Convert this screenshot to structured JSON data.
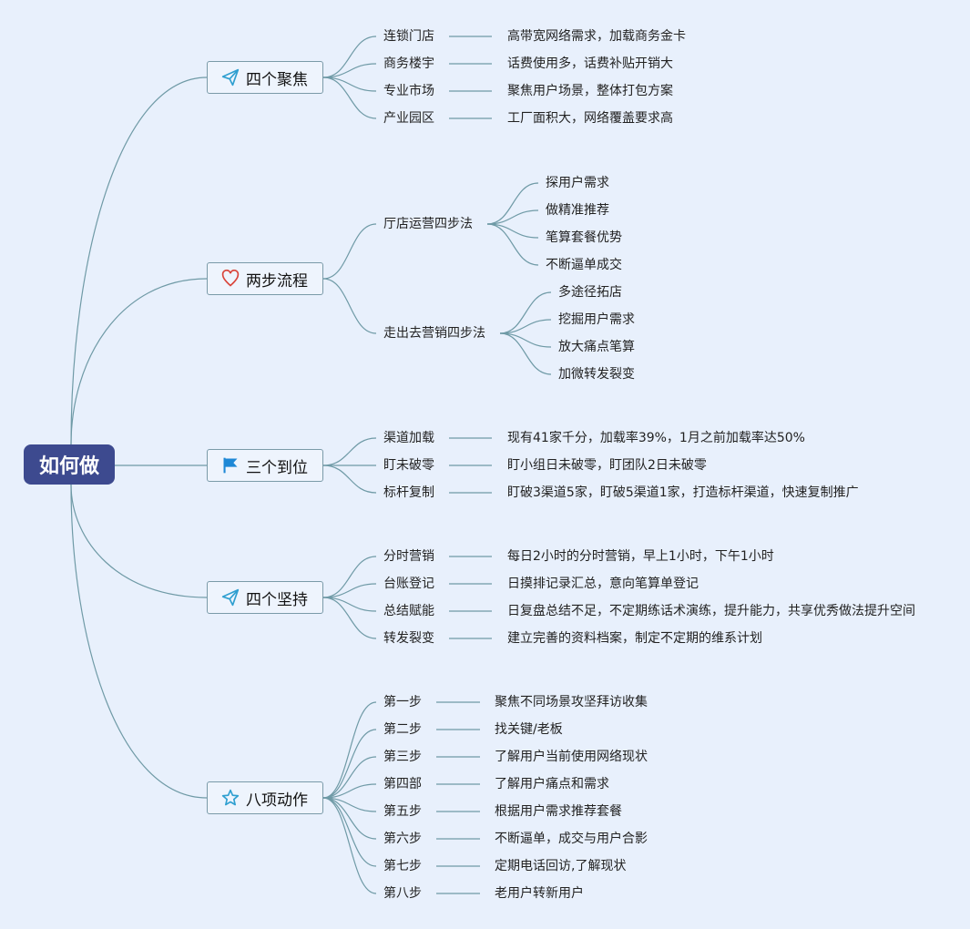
{
  "root": {
    "label": "如何做"
  },
  "topics": [
    {
      "label": "四个聚焦",
      "icon": "paper-plane-icon",
      "color": "#2f9fd0",
      "items": [
        {
          "label": "连锁门店",
          "desc": "高带宽网络需求，加载商务金卡"
        },
        {
          "label": "商务楼宇",
          "desc": "话费使用多，话费补贴开销大"
        },
        {
          "label": "专业市场",
          "desc": "聚焦用户场景，整体打包方案"
        },
        {
          "label": "产业园区",
          "desc": "工厂面积大，网络覆盖要求高"
        }
      ]
    },
    {
      "label": "两步流程",
      "icon": "heart-icon",
      "color": "#d9443a",
      "groups": [
        {
          "label": "厅店运营四步法",
          "children": [
            "探用户需求",
            "做精准推荐",
            "笔算套餐优势",
            "不断逼单成交"
          ]
        },
        {
          "label": "走出去营销四步法",
          "children": [
            "多途径拓店",
            "挖掘用户需求",
            "放大痛点笔算",
            "加微转发裂变"
          ]
        }
      ]
    },
    {
      "label": "三个到位",
      "icon": "flag-icon",
      "color": "#1e88d6",
      "items": [
        {
          "label": "渠道加载",
          "desc": "现有41家千分，加载率39%，1月之前加载率达50%"
        },
        {
          "label": "盯未破零",
          "desc": "盯小组日未破零，盯团队2日未破零"
        },
        {
          "label": "标杆复制",
          "desc": "盯破3渠道5家，盯破5渠道1家，打造标杆渠道，快速复制推广"
        }
      ]
    },
    {
      "label": "四个坚持",
      "icon": "paper-plane-icon",
      "color": "#2f9fd0",
      "items": [
        {
          "label": "分时营销",
          "desc": "每日2小时的分时营销，早上1小时，下午1小时"
        },
        {
          "label": "台账登记",
          "desc": "日摸排记录汇总，意向笔算单登记"
        },
        {
          "label": "总结赋能",
          "desc": "日复盘总结不足，不定期练话术演练，提升能力，共享优秀做法提升空间"
        },
        {
          "label": "转发裂变",
          "desc": "建立完善的资料档案，制定不定期的维系计划"
        }
      ]
    },
    {
      "label": "八项动作",
      "icon": "star-icon",
      "color": "#2f9fd0",
      "items": [
        {
          "label": "第一步",
          "desc": "聚焦不同场景攻坚拜访收集"
        },
        {
          "label": "第二步",
          "desc": "找关键/老板"
        },
        {
          "label": "第三步",
          "desc": "了解用户当前使用网络现状"
        },
        {
          "label": "第四部",
          "desc": "了解用户痛点和需求"
        },
        {
          "label": "第五步",
          "desc": "根据用户需求推荐套餐"
        },
        {
          "label": "第六步",
          "desc": "不断逼单，成交与用户合影"
        },
        {
          "label": "第七步",
          "desc": "定期电话回访,了解现状"
        },
        {
          "label": "第八步",
          "desc": "老用户转新用户"
        }
      ]
    }
  ],
  "colors": {
    "line": "#6f9aa6",
    "root": "#3d4a8f",
    "background": "#e8f0fc"
  }
}
